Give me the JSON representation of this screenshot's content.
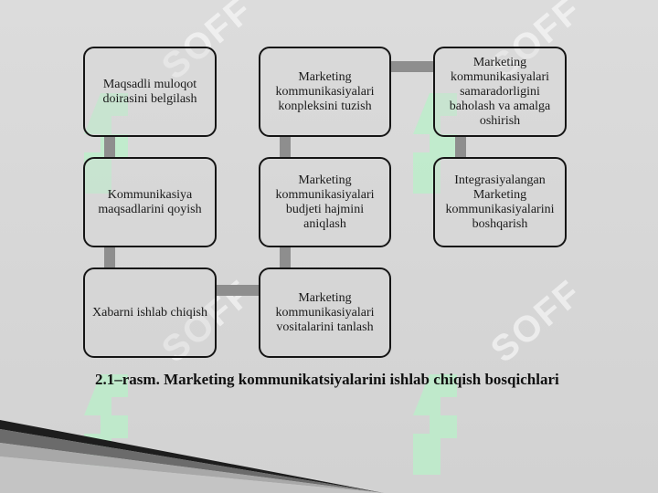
{
  "diagram": {
    "boxes": [
      {
        "id": "b1",
        "text": "Maqsadli muloqot doirasini belgilash"
      },
      {
        "id": "b2",
        "text": "Kommunikasiya maqsadlarini qoyish"
      },
      {
        "id": "b3",
        "text": "Xabarni ishlab chiqish"
      },
      {
        "id": "b4",
        "text": "Marketing kommunikasiyalari vositalarini tanlash"
      },
      {
        "id": "b5",
        "text": "Marketing kommunikasiyalari budjeti hajmini aniqlash"
      },
      {
        "id": "b6",
        "text": "Marketing kommunikasiyalari konpleksini tuzish"
      },
      {
        "id": "b7",
        "text": "Marketing kommunikasiyalari samaradorligini baholash va amalga oshirish"
      },
      {
        "id": "b8",
        "text": "Integrasiyalangan Marketing kommunikasiyalarini boshqarish"
      }
    ],
    "caption": "2.1–rasm. Marketing kommunikatsiyalarini ishlab chiqish bosqichlari"
  },
  "watermark": {
    "text": "SOFF"
  },
  "colors": {
    "background": "#d6d6d6",
    "box_border": "#151515",
    "connector": "#8e8e8e",
    "watermark": "#b8f0c8"
  }
}
